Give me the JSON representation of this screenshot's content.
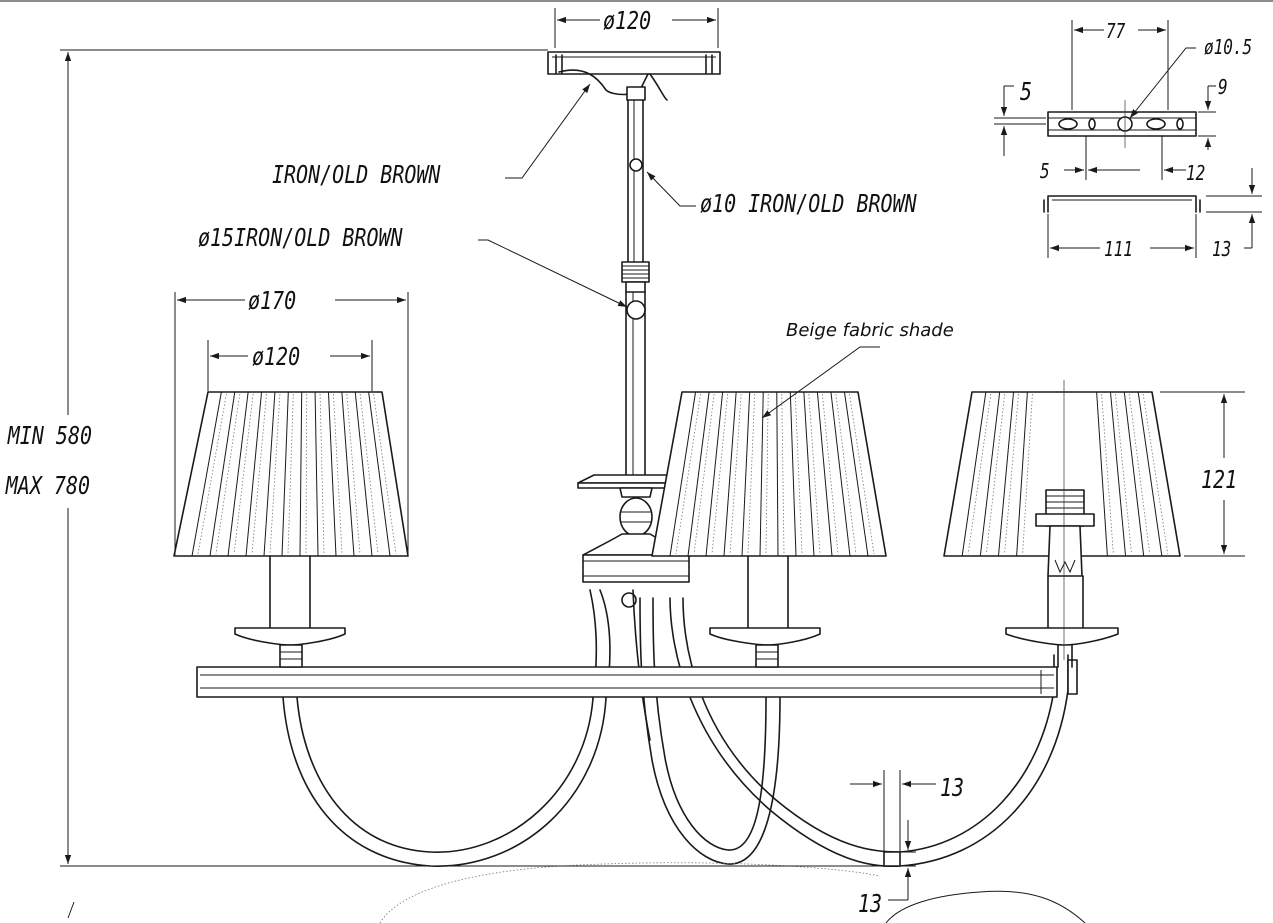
{
  "labels": {
    "plate_diameter": "ø120",
    "plate_material": "IRON/OLD BROWN",
    "rod_material": "ø10 IRON/OLD BROWN",
    "stem_material": "ø15IRON/OLD BROWN",
    "shade_outer": "ø170",
    "shade_inner": "ø120",
    "shade_note": "Beige fabric shade",
    "shade_height": "121",
    "height_min": "MIN 580",
    "height_max": "MAX 780",
    "arm_width": "13",
    "arm_height": "13"
  },
  "bracket": {
    "hole_spacing": "77",
    "hole_diameter": "ø10.5",
    "edge_offset": "5",
    "thickness": "9",
    "slot_left": "5",
    "slot_right": "12",
    "length": "111",
    "depth": "13"
  }
}
